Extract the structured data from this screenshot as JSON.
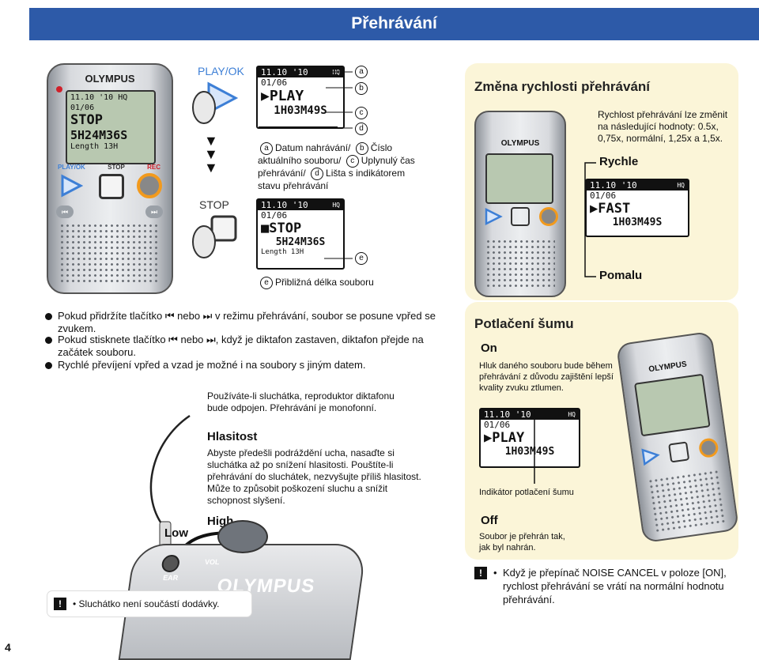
{
  "header": {
    "title": "Přehrávání"
  },
  "page_number": "4",
  "left_panel": {
    "play_label": "PLAY/OK",
    "stop_label": "STOP",
    "device": {
      "brand": "OLYMPUS",
      "screen_line1": "11.10 '10",
      "screen_line1b": "HQ",
      "screen_line2": "01/06",
      "screen_status": "STOP",
      "screen_time": "5H24M36S",
      "screen_length": "Length 13H",
      "btn_play": "PLAY/OK",
      "btn_stop": "STOP",
      "btn_rec": "REC"
    },
    "lcd_play": {
      "date": "11.10 '10",
      "mode": "HQ",
      "file": "01/06",
      "status": "PLAY",
      "time": "1H03M49S"
    },
    "lcd_stop": {
      "date": "11.10 '10",
      "mode": "HQ",
      "file": "01/06",
      "status": "STOP",
      "time": "5H24M36S",
      "length": "Length 13H"
    },
    "callouts": {
      "a": "a",
      "b": "b",
      "c": "c",
      "d": "d",
      "e": "e"
    },
    "legend_a": "Datum nahrávání/",
    "legend_b": "Číslo aktuálního souboru/",
    "legend_c": "Uplynulý čas přehrávání/",
    "legend_d": "Lišta s indikátorem stavu přehrávání",
    "legend_e": "Přibližná délka souboru"
  },
  "speed_panel": {
    "title": "Změna rychlosti přehrávání",
    "description": "Rychlost přehrávání lze změnit na následující hodnoty: 0.5x, 0,75x, normální, 1,25x a 1,5x.",
    "fast_label": "Rychle",
    "slow_label": "Pomalu",
    "lcd": {
      "date": "11.10 '10",
      "mode": "HQ",
      "file": "01/06",
      "status": "FAST",
      "time": "1H03M49S"
    }
  },
  "bullets": [
    "Pokud přidržíte tlačítko ⏮ nebo ⏭ v režimu přehrávání, soubor se posune vpřed se zvukem.",
    "Pokud stisknete tlačítko ⏮ nebo ⏭, když je diktafon zastaven, diktafon přejde na začátek souboru.",
    "Rychlé převíjení vpřed a vzad je možné i na soubory s jiným datem."
  ],
  "headphone_note": "Používáte-li sluchátka, reproduktor diktafonu bude odpojen. Přehrávání je monofonní.",
  "volume": {
    "title": "Hlasitost",
    "text": "Abyste předešli podráždění ucha, nasaďte si sluchátka až po snížení hlasitosti. Pouštíte-li přehrávání do sluchátek, nezvyšujte příliš hlasitost. Může to způsobit poškození sluchu a snížit schopnost slyšení.",
    "high": "High",
    "low": "Low",
    "ear": "EAR",
    "vol": "VOL",
    "brand": "OLYMPUS"
  },
  "earphone_note": "Sluchátko není součástí dodávky.",
  "noise_panel": {
    "title": "Potlačení šumu",
    "on_title": "On",
    "on_text": "Hluk daného souboru bude během přehrávání z důvodu zajištění lepší kvality zvuku ztlumen.",
    "indicator": "Indikátor potlačení šumu",
    "off_title": "Off",
    "off_text": "Soubor je přehrán tak, jak byl nahrán.",
    "note": "Když je přepínač NOISE CANCEL v poloze [ON], rychlost přehrávání se vrátí na normální hodnotu přehrávání.",
    "lcd": {
      "date": "11.10 '10",
      "mode": "HQ",
      "file": "01/06",
      "status": "PLAY",
      "time": "1H03M49S"
    }
  },
  "colors": {
    "header_bg": "#2d5aa8",
    "header_text": "#ffffff",
    "panel_bg": "#fbf5d8",
    "accent_blue": "#3d7fd6",
    "rec_orange": "#f29a1d"
  }
}
